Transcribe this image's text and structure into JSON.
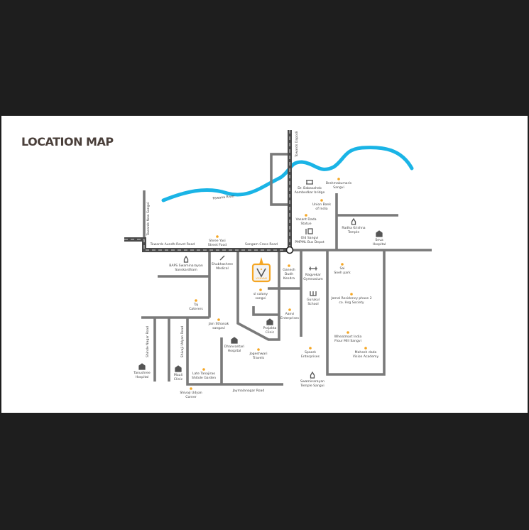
{
  "title": "LOCATION MAP",
  "colors": {
    "river": "#1ab4e6",
    "poi_dot": "#f5a623",
    "main_road": "#4a4a4a",
    "road": "#7a7a7a",
    "project_badge": "#f5a623",
    "title": "#4a3f3a"
  },
  "project": {
    "name": "VISHVAM",
    "icon": "v-logo-pin"
  },
  "roads": {
    "aundh_ravet": "Towards Aundh-Ravet Road",
    "sangam_cross": "Sangam Cross Road",
    "dapodi": "Towards Dapodi",
    "new_sangvi": "Towards New Sangvi",
    "river": "Pawana River",
    "shinde_nagar": "Shinde Nagar Road",
    "shivaji_udyan": "Shivaji Udyan Road",
    "jaymalanagar": "Jaymalanagar Road"
  },
  "places": [
    {
      "icon": "dot",
      "lines": [
        "Shree Yasi",
        "Street Food"
      ]
    },
    {
      "icon": "temple-icon",
      "lines": [
        "BAPS  Swaminarayan",
        "Sanskardham"
      ]
    },
    {
      "icon": "medical-icon",
      "lines": [
        "Shubhashree",
        "Medical"
      ]
    },
    {
      "icon": "dot",
      "lines": [
        "Ganesh",
        "Dudh",
        "Kendra"
      ]
    },
    {
      "icon": "dumbbell-icon",
      "lines": [
        "Nagvekar",
        "Gymnasium"
      ]
    },
    {
      "icon": "dot",
      "lines": [
        "Sai",
        "Sneh park"
      ]
    },
    {
      "icon": "bridge-icon",
      "lines": [
        "Dr. Babasaheb",
        "Aambedkar bridge"
      ]
    },
    {
      "icon": "dot",
      "lines": [
        "Brahmakumaris",
        "Sangvi"
      ]
    },
    {
      "icon": "dot",
      "lines": [
        "Union Bank",
        "of India"
      ]
    },
    {
      "icon": "dot",
      "lines": [
        "Vasant Dada",
        "Statue"
      ]
    },
    {
      "icon": "bus-icon",
      "lines": [
        "Old Sangvi",
        "PMPML Bus Depot"
      ]
    },
    {
      "icon": "temple-icon",
      "lines": [
        "Radha Krishna",
        "Temple"
      ]
    },
    {
      "icon": "hospital-icon",
      "lines": [
        "Seva",
        "Hospital"
      ]
    },
    {
      "icon": "dot",
      "lines": [
        "sl colony",
        "sangvi"
      ]
    },
    {
      "icon": "dot",
      "lines": [
        "Taj",
        "Caterers"
      ]
    },
    {
      "icon": "dot",
      "lines": [
        "Aanvi",
        "Enterprises"
      ]
    },
    {
      "icon": "clinic-icon",
      "lines": [
        "Prajakta",
        "Clinic"
      ]
    },
    {
      "icon": "book-icon",
      "lines": [
        "Gurukul",
        "School"
      ]
    },
    {
      "icon": "dot",
      "lines": [
        "Jamal Residency phase 2",
        "co. Hsg Society"
      ]
    },
    {
      "icon": "dot",
      "lines": [
        "Jain Sthanak",
        "sangavi"
      ]
    },
    {
      "icon": "hospital-icon",
      "lines": [
        "Dhanvantari",
        "Hospital"
      ]
    },
    {
      "icon": "dot",
      "lines": [
        "Jogeshwari",
        "Travels"
      ]
    },
    {
      "icon": "dot",
      "lines": [
        "Spaark",
        "Enterprises"
      ]
    },
    {
      "icon": "dot",
      "lines": [
        "Wheatmart India",
        "Flour Mill Sangvi"
      ]
    },
    {
      "icon": "dot",
      "lines": [
        "Mahesh dada",
        "Vision Academy"
      ]
    },
    {
      "icon": "hospital-icon",
      "lines": [
        "Tanushree",
        "Hospital"
      ]
    },
    {
      "icon": "clinic-icon",
      "lines": [
        "Mauli",
        "Clinic"
      ]
    },
    {
      "icon": "dot",
      "lines": [
        "Late Tanajirao",
        "Shitole Garden"
      ]
    },
    {
      "icon": "dot",
      "lines": [
        "Shivaji Udyan",
        "Corner"
      ]
    },
    {
      "icon": "temple-icon",
      "lines": [
        "Swaminarayan",
        "Temple Sangvi"
      ]
    }
  ]
}
